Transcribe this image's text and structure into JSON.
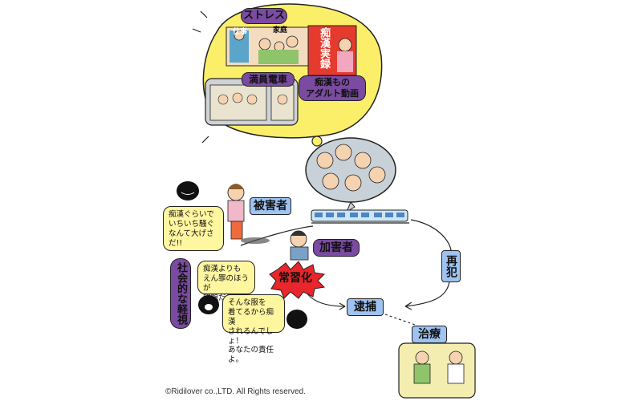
{
  "thought": {
    "stress": "ストレス",
    "work": "仕事",
    "family": "家庭",
    "molester_real": "痴漢実録",
    "crowded_train": "満員電車",
    "adult_video": "痴漢もの\nアダルト動画"
  },
  "labels": {
    "victim": "被害者",
    "perpetrator": "加害者",
    "habituation": "常習化",
    "arrest": "逮捕",
    "repeat_offense": "再犯",
    "treatment": "治療",
    "social_minimization": "社会的な軽視"
  },
  "bubbles": {
    "b1": "痴漢ぐらいで\nいちいち騒ぐ\nなんて大げさ\nだ!!",
    "b2": "痴漢よりも\nえん罪のほうが\n問題だ！",
    "b3": "そんな服を\n着てるから痴漢\nされるんでしょ！\nあなたの責任よ。"
  },
  "copyright": "©Ridilover co.,LTD. All Rights reserved.",
  "colors": {
    "thought_yellow": "#fbef6a",
    "label_purple": "#7a4ba0",
    "label_blue": "#9fc3f0",
    "habituation_red": "#e8262b",
    "arrest_blue": "#9fc3f0",
    "treatment_bg": "#f3edb0"
  }
}
